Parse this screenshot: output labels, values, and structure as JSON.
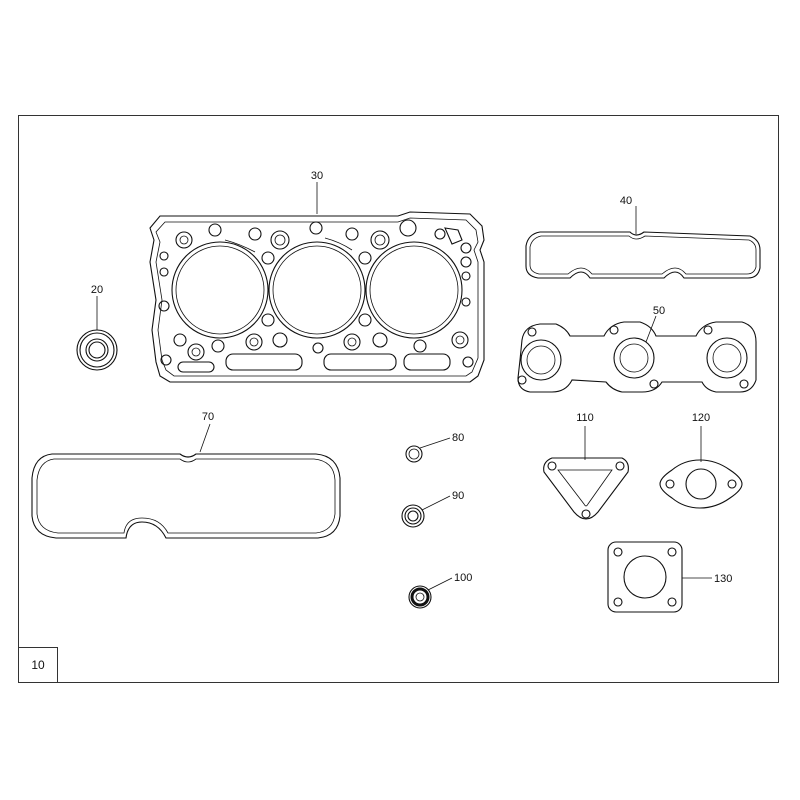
{
  "page_number": "10",
  "callouts": {
    "c20": "20",
    "c30": "30",
    "c40": "40",
    "c50": "50",
    "c70": "70",
    "c80": "80",
    "c90": "90",
    "c100": "100",
    "c110": "110",
    "c120": "120",
    "c130": "130"
  }
}
